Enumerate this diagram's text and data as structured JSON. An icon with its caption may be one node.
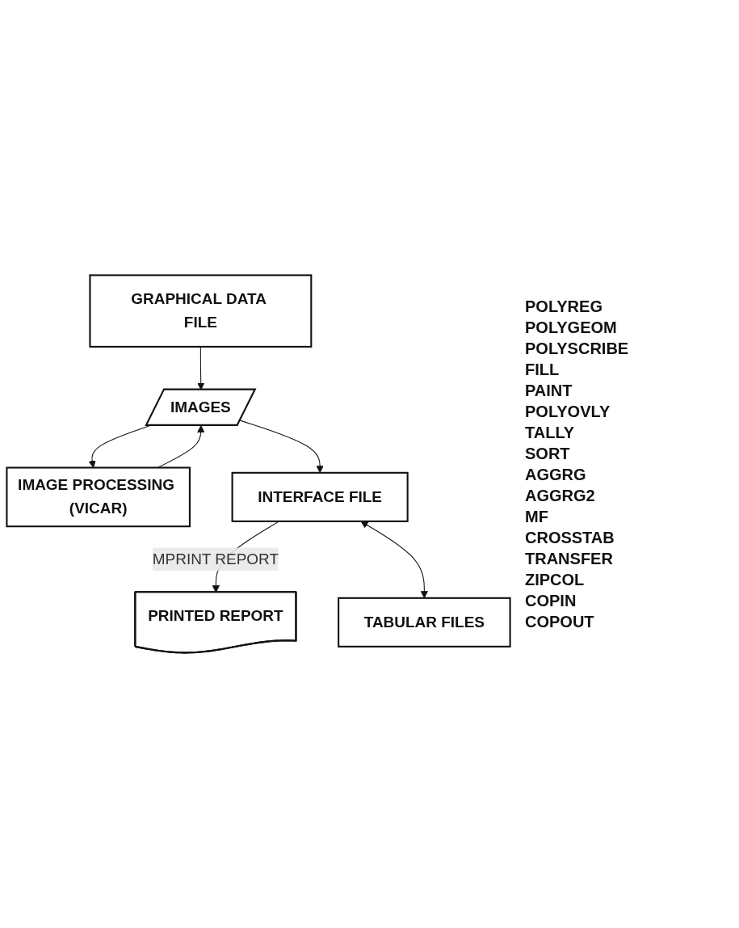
{
  "diagram": {
    "nodes": [
      {
        "text": [
          "GRAPHICAL DATA FILE"
        ]
      },
      {
        "text": [
          "IMAGES"
        ]
      },
      {
        "text": [
          "IMAGE PROCESSING (VICAR)"
        ]
      },
      {
        "text": [
          "PRINTED REPORT"
        ]
      },
      {
        "text": [
          "INTERFACE FILE"
        ]
      },
      {
        "text": [
          "TABULAR FILES"
        ]
      }
    ],
    "edges": [
      {
        "from": 0,
        "to": 1,
        "arrow": "to"
      },
      {
        "from": 1,
        "to": 2,
        "arrow": "to"
      },
      {
        "from": 2,
        "to": 1,
        "arrow": "to"
      },
      {
        "from": 1,
        "to": 4,
        "arrow": "to"
      },
      {
        "from": 4,
        "to": 3,
        "arrow": "to",
        "label": "MPRINT REPORT"
      },
      {
        "from": 4,
        "to": 5,
        "arrow": "both"
      }
    ],
    "labels": [
      "POLYREG",
      "POLYGEOM",
      "POLYSCRIBE",
      "FILL",
      "PAINT",
      "POLYOVLY",
      "TALLY",
      "SORT",
      "AGGRG",
      "AGGRG2",
      "MF",
      "CROSSTAB",
      "TRANSFER",
      "ZIPCOL",
      "COPIN",
      "COPOUT"
    ]
  }
}
